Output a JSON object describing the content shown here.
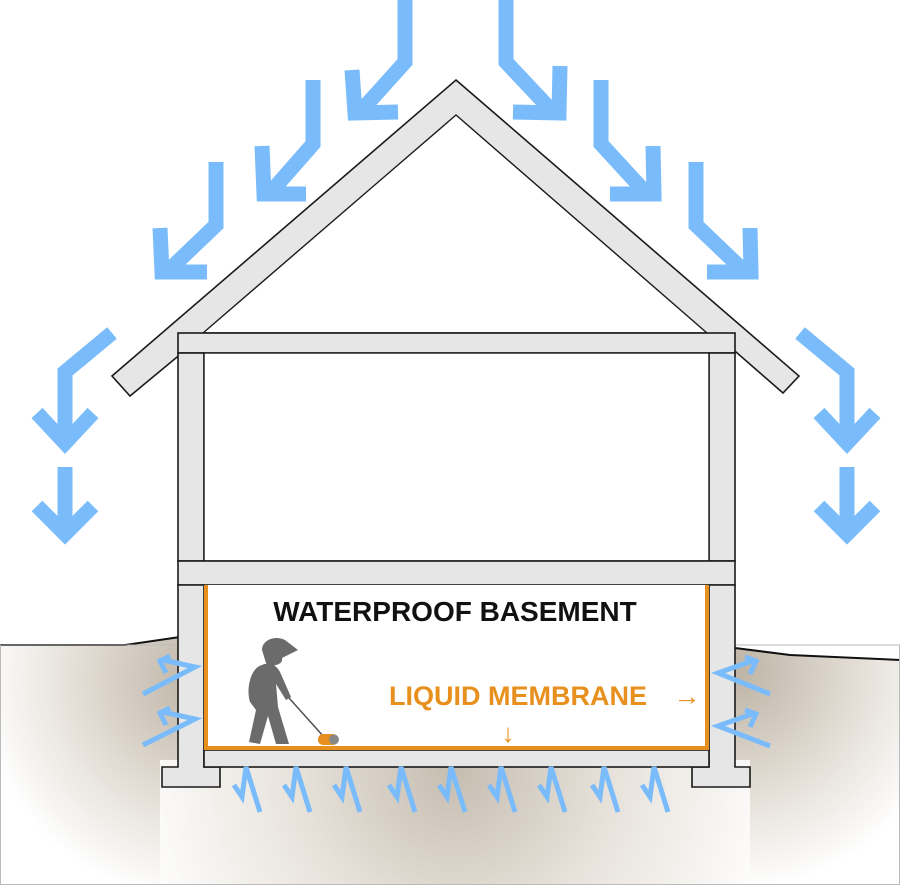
{
  "diagram": {
    "title": "WATERPROOF BASEMENT",
    "membrane_label": "LIQUID MEMBRANE",
    "membrane_pointer_right": "→",
    "membrane_pointer_down": "↓"
  },
  "colors": {
    "rain_arrows": "#7abcfb",
    "membrane": "#e8901e",
    "structure_fill": "#e6e6e6",
    "structure_outline": "#1a1a1a",
    "soil": "#c9c0b4",
    "worker": "#6b6b6b",
    "title_text": "#111111"
  },
  "elements": {
    "house": "gable-roof house cross-section",
    "rain": "water arrows flowing around roof and down sides",
    "ground": "soil with water pressure arrows against basement walls and slab",
    "worker": "person applying liquid membrane with a roller"
  }
}
